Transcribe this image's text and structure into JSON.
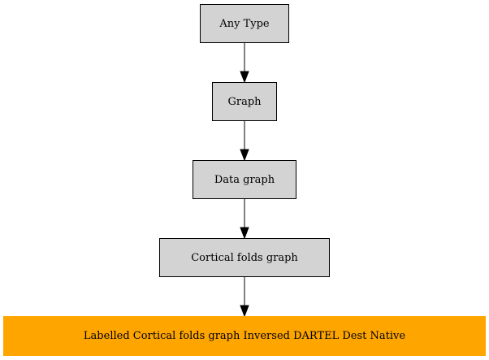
{
  "nodes": [
    {
      "label": "Any Type"
    },
    {
      "label": "Graph"
    },
    {
      "label": "Data graph"
    },
    {
      "label": "Cortical folds graph"
    },
    {
      "label": "Labelled Cortical folds graph Inversed DARTEL Dest Native"
    }
  ],
  "colors": {
    "node_fill": "#d3d3d3",
    "highlight_fill": "#ffa500"
  }
}
